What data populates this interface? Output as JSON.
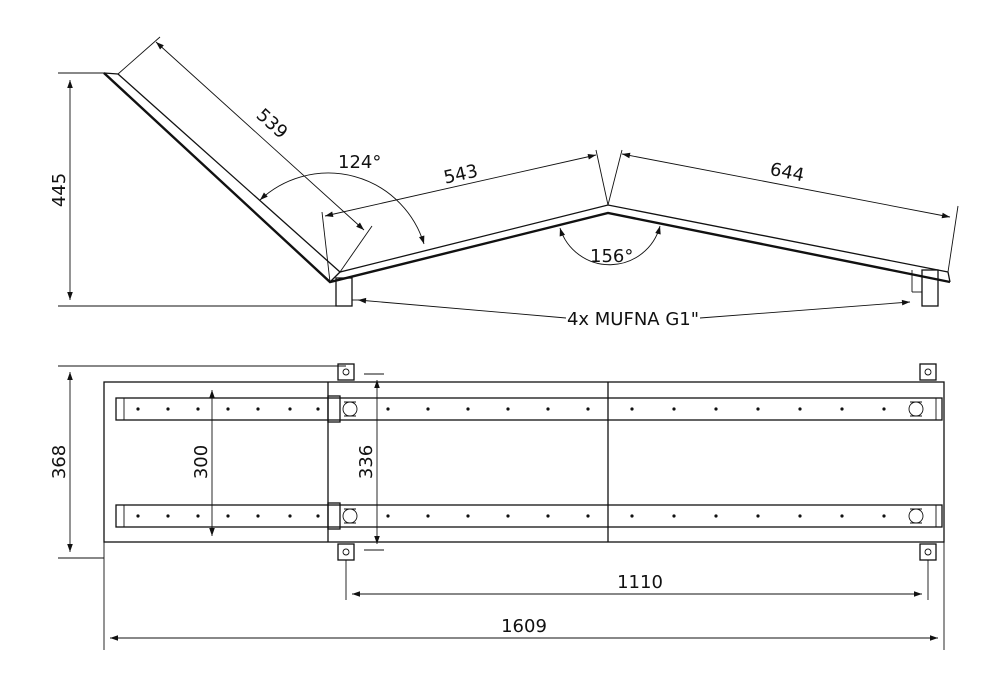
{
  "side_view": {
    "height_dim": "445",
    "backrest_dim": "539",
    "seat_dim": "543",
    "leg_dim": "644",
    "angle_back": "124°",
    "angle_leg": "156°",
    "callout": "4x MUFNA G1\""
  },
  "top_view": {
    "width_dim": "368",
    "rail_span_dim": "300",
    "bracket_span_dim": "336",
    "bracket_pitch_dim": "1110",
    "overall_length_dim": "1609"
  }
}
